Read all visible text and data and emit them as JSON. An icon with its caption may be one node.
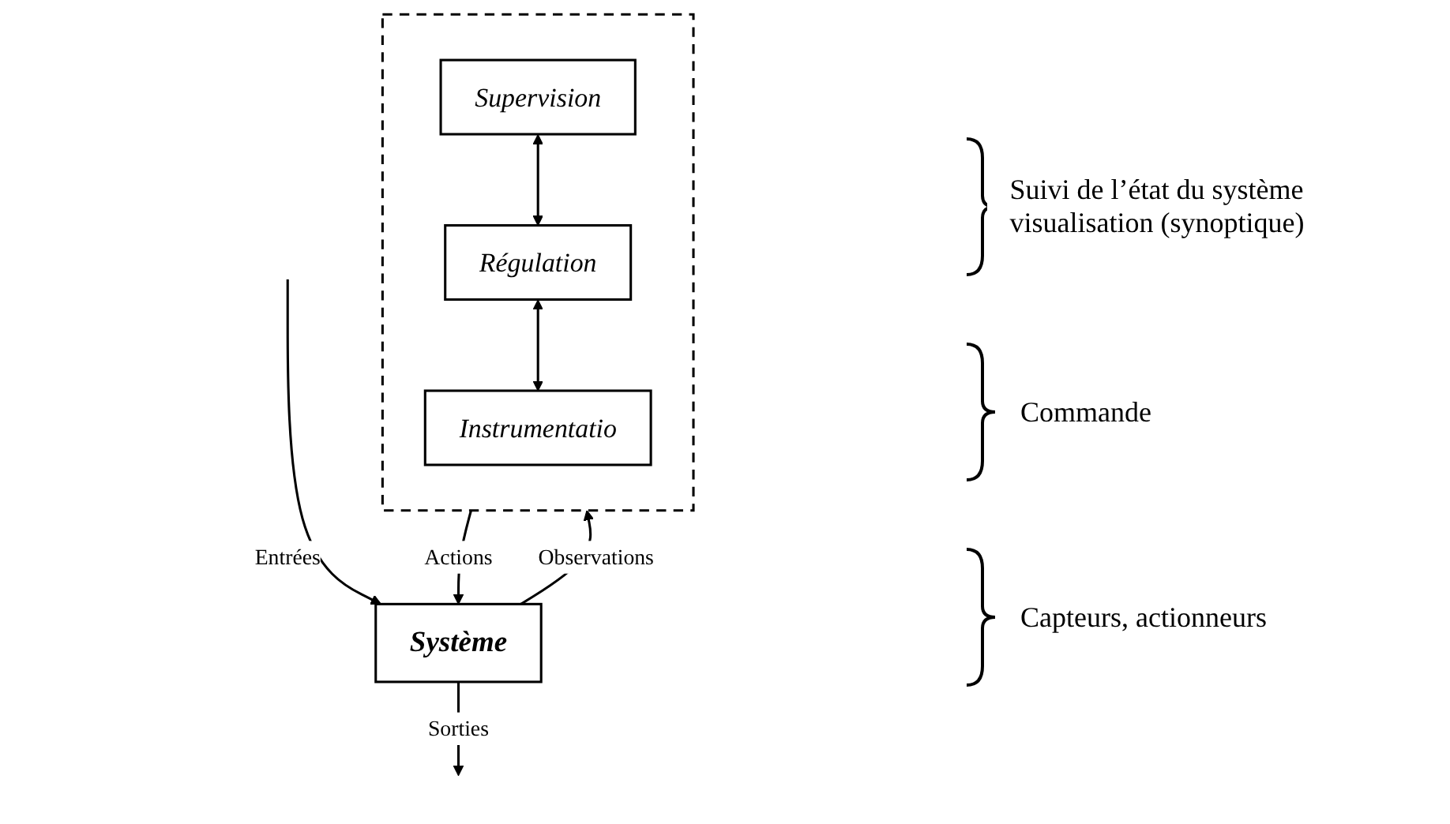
{
  "diagram": {
    "nodes": [
      {
        "text": [],
        "shape": "box"
      },
      {
        "text": [
          "Supervision"
        ],
        "in": 0
      },
      {
        "text": [
          "Régulation"
        ],
        "in": 0
      },
      {
        "text": [
          "Instrumentatio"
        ],
        "in": 0
      },
      {
        "text": [
          "Système"
        ]
      }
    ],
    "edges": [
      {
        "from": 1,
        "to": 2,
        "arrow": "both"
      },
      {
        "from": 2,
        "to": 3,
        "arrow": "both"
      },
      {
        "from": 0,
        "to": 4,
        "arrow": "to",
        "label": "Actions"
      },
      {
        "from": 4,
        "to": 0,
        "arrow": "to",
        "label": "Observations"
      },
      {
        "from": null,
        "to": 4,
        "arrow": "to",
        "label": "Entrées"
      },
      {
        "from": 4,
        "to": null,
        "arrow": "to",
        "label": "Sorties"
      }
    ],
    "labels": [
      "Suivi de l’état du système visualisation (synoptique)",
      "Commande",
      "Capteurs, actionneurs"
    ]
  }
}
